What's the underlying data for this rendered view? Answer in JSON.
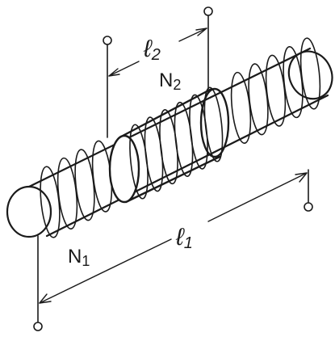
{
  "labels": {
    "inner_coil": "N",
    "inner_coil_sub": "2",
    "outer_coil": "N",
    "outer_coil_sub": "1",
    "inner_length": "ℓ",
    "inner_length_sub": "2",
    "outer_length": "ℓ",
    "outer_length_sub": "1"
  },
  "colors": {
    "ink": "#1a1a1a",
    "background": "#ffffff"
  }
}
